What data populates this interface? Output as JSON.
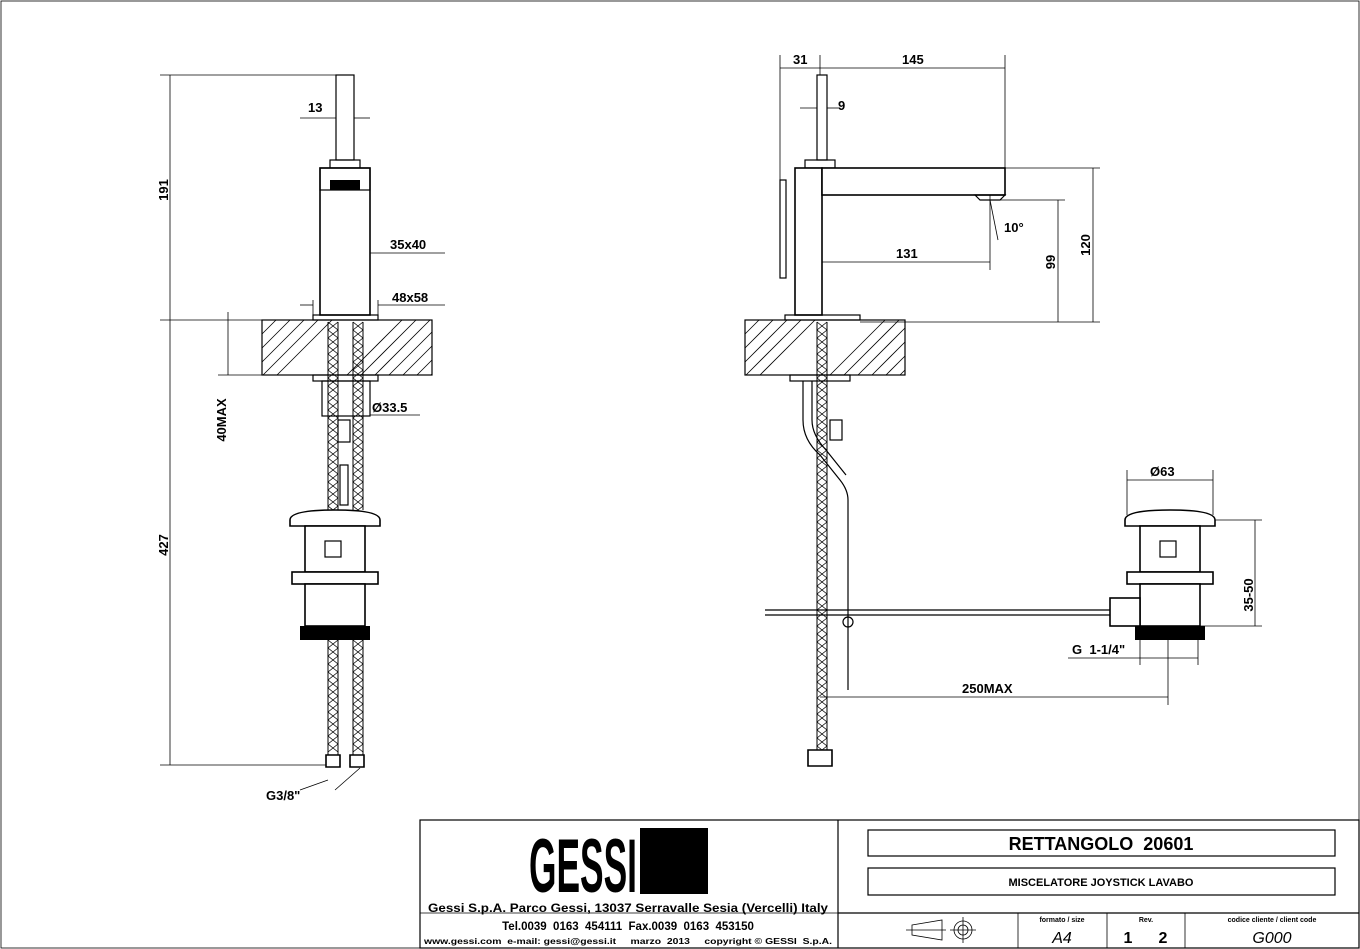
{
  "drawing": {
    "left_view": {
      "dims": {
        "total_height": "191",
        "lower_height": "427",
        "rod_width": "13",
        "body_size": "35x40",
        "base_size": "48x58",
        "deck_thickness": "40MAX",
        "hole_diameter": "Ø33.5",
        "hose_thread": "G3/8\""
      }
    },
    "right_view": {
      "dims": {
        "rod_offset": "31",
        "spout_length": "145",
        "rod_width": "9",
        "spout_angle": "10°",
        "spout_reach": "131",
        "spout_height": "99",
        "body_height": "120",
        "waste_diameter": "Ø63",
        "waste_height": "35-50",
        "waste_thread": "G  1-1/4\"",
        "rod_reach": "250MAX"
      }
    }
  },
  "title_block": {
    "logo": "GESSI",
    "company_line": "Gessi S.p.A. Parco Gessi, 13037 Serravalle Sesia (Vercelli) Italy",
    "phone_line": "Tel.0039  0163  454111  Fax.0039  0163  453150",
    "web_line": "www.gessi.com  e-mail: gessi@gessi.it     marzo  2013     copyright © GESSI  S.p.A.",
    "product_name": "RETTANGOLO  20601",
    "product_description": "MISCELATORE JOYSTICK LAVABO",
    "format_label": "formato / size",
    "format_value": "A4",
    "rev_label": "Rev.",
    "rev_value_1": "1",
    "rev_value_2": "2",
    "client_code_label": "codice cliente / client code",
    "client_code_value": "G000"
  }
}
